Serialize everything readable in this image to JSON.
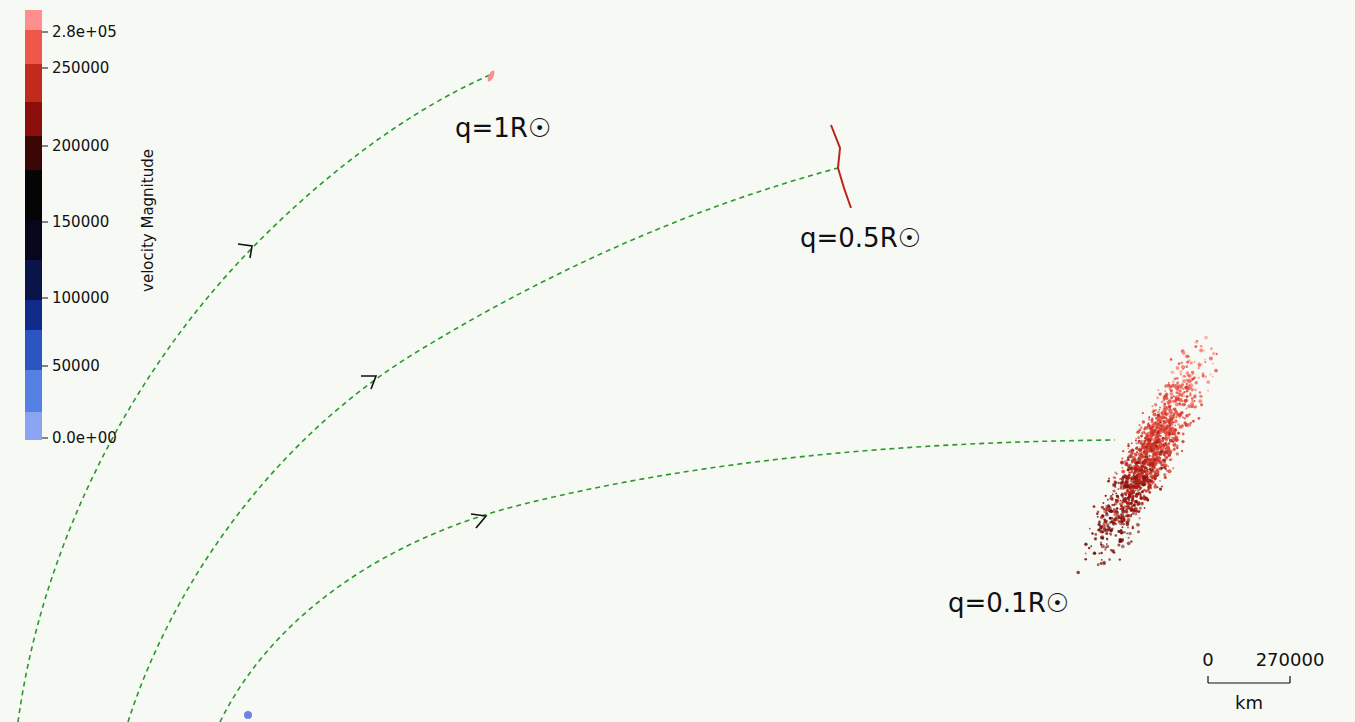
{
  "diagram": {
    "labels": [
      "2.8e+05",
      "250000",
      "200000",
      "150000",
      "100000",
      "50000",
      "0.0e+00",
      "velocity Magnitude",
      "q=1R☉",
      "q=0.5R☉",
      "q=0.1R☉",
      "0",
      "270000",
      "km"
    ]
  }
}
